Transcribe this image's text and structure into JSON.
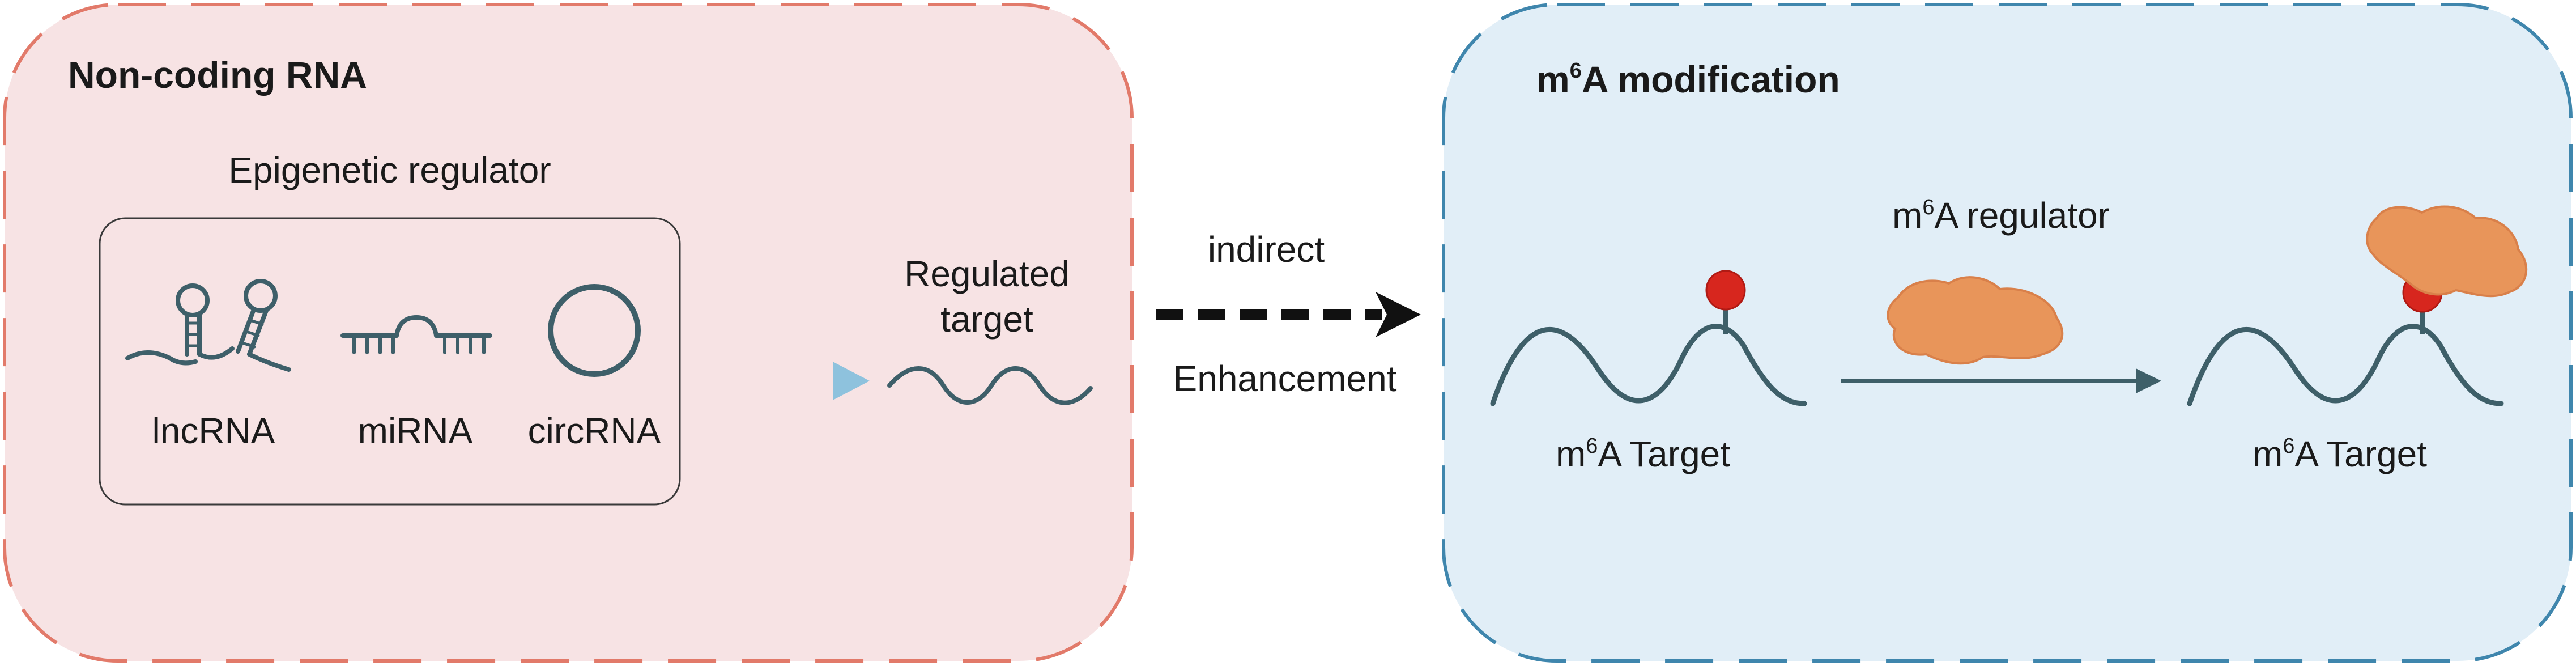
{
  "colors": {
    "left_panel_fill": "#f7e3e4",
    "left_panel_border": "#e27a6a",
    "right_panel_fill": "#e1eef7",
    "right_panel_border": "#3f86ad",
    "rna_stroke": "#3e5f69",
    "arrow_light": "#8ec2dd",
    "methyl_red": "#d7261e",
    "protein_orange": "#e8955a",
    "dashed_arrow": "#111111"
  },
  "left_panel": {
    "title": "Non-coding RNA",
    "box_title": "Epigenetic regulator",
    "items": [
      {
        "label": "lncRNA",
        "icon": "lncrna-hairpins-icon"
      },
      {
        "label": "miRNA",
        "icon": "mirna-hairpin-icon"
      },
      {
        "label": "circRNA",
        "icon": "circrna-ring-icon"
      }
    ],
    "target_label_line1": "Regulated",
    "target_label_line2": "target"
  },
  "connector": {
    "top_label": "indirect",
    "bottom_label": "Enhancement"
  },
  "right_panel": {
    "title_prefix": "m",
    "title_sup": "6",
    "title_suffix": "A modification",
    "regulator_prefix": "m",
    "regulator_sup": "6",
    "regulator_suffix": "A regulator",
    "target_left_prefix": "m",
    "target_left_sup": "6",
    "target_left_suffix": "A Target",
    "target_right_prefix": "m",
    "target_right_sup": "6",
    "target_right_suffix": "A Target"
  }
}
